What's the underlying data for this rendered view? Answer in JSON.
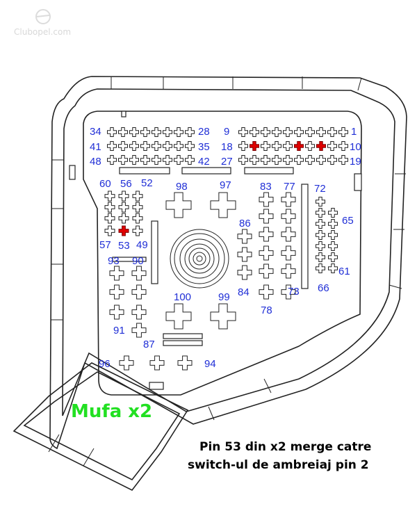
{
  "watermark": "Clubopel.com",
  "connector": {
    "label": "Mufa x2",
    "highlight_color": "#22e022",
    "active_pin_color": "#e00000",
    "pin_label_color": "#1f2ed6"
  },
  "note": {
    "line1": "Pin 53 din x2 merge catre",
    "line2": "switch-ul de ambreiaj pin 2"
  },
  "pin_labels": [
    "34",
    "28",
    "9",
    "1",
    "41",
    "35",
    "18",
    "10",
    "48",
    "42",
    "27",
    "19",
    "60",
    "56",
    "52",
    "98",
    "97",
    "83",
    "77",
    "72",
    "65",
    "86",
    "57",
    "53",
    "49",
    "93",
    "90",
    "84",
    "73",
    "66",
    "61",
    "100",
    "99",
    "78",
    "91",
    "87",
    "96",
    "94"
  ],
  "highlighted_pins": [
    "53"
  ]
}
